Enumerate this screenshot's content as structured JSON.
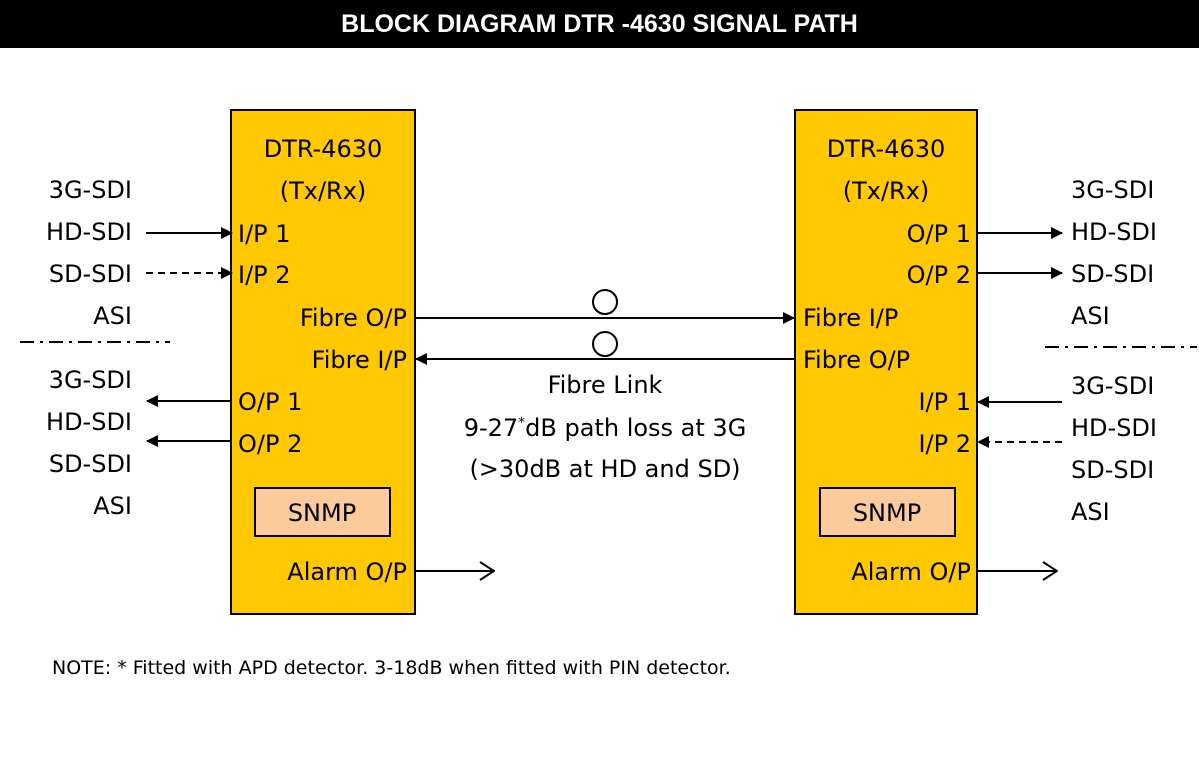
{
  "title": "BLOCK DIAGRAM DTR -4630 SIGNAL PATH",
  "colors": {
    "unit_fill": "#FFC800",
    "snmp_fill": "#FBCB9B",
    "line": "#000000",
    "title_bg": "#000000",
    "title_fg": "#FFFFFF"
  },
  "left_unit": {
    "name": "DTR-4630",
    "mode": "(Tx/Rx)",
    "ports": {
      "ip1": "I/P 1",
      "ip2": "I/P 2",
      "fibre_op": "Fibre O/P",
      "fibre_ip": "Fibre I/P",
      "op1": "O/P 1",
      "op2": "O/P 2",
      "alarm": "Alarm O/P"
    },
    "snmp": "SNMP"
  },
  "right_unit": {
    "name": "DTR-4630",
    "mode": "(Tx/Rx)",
    "ports": {
      "op1": "O/P 1",
      "op2": "O/P 2",
      "fibre_ip": "Fibre I/P",
      "fibre_op": "Fibre O/P",
      "ip1": "I/P 1",
      "ip2": "I/P 2",
      "alarm": "Alarm O/P"
    },
    "snmp": "SNMP"
  },
  "signal_types": {
    "left_inputs": [
      "3G-SDI",
      "HD-SDI",
      "SD-SDI",
      "ASI"
    ],
    "left_outputs": [
      "3G-SDI",
      "HD-SDI",
      "SD-SDI",
      "ASI"
    ],
    "right_outputs": [
      "3G-SDI",
      "HD-SDI",
      "SD-SDI",
      "ASI"
    ],
    "right_inputs": [
      "3G-SDI",
      "HD-SDI",
      "SD-SDI",
      "ASI"
    ]
  },
  "fibre_link": {
    "label": "Fibre Link",
    "loss_prefix": "9-27",
    "loss_marker": "*",
    "loss_suffix": "dB path loss at 3G",
    "loss_hd_sd": "(>30dB at HD and SD)"
  },
  "note": "NOTE: * Fitted with APD detector. 3-18dB when fitted with PIN detector."
}
